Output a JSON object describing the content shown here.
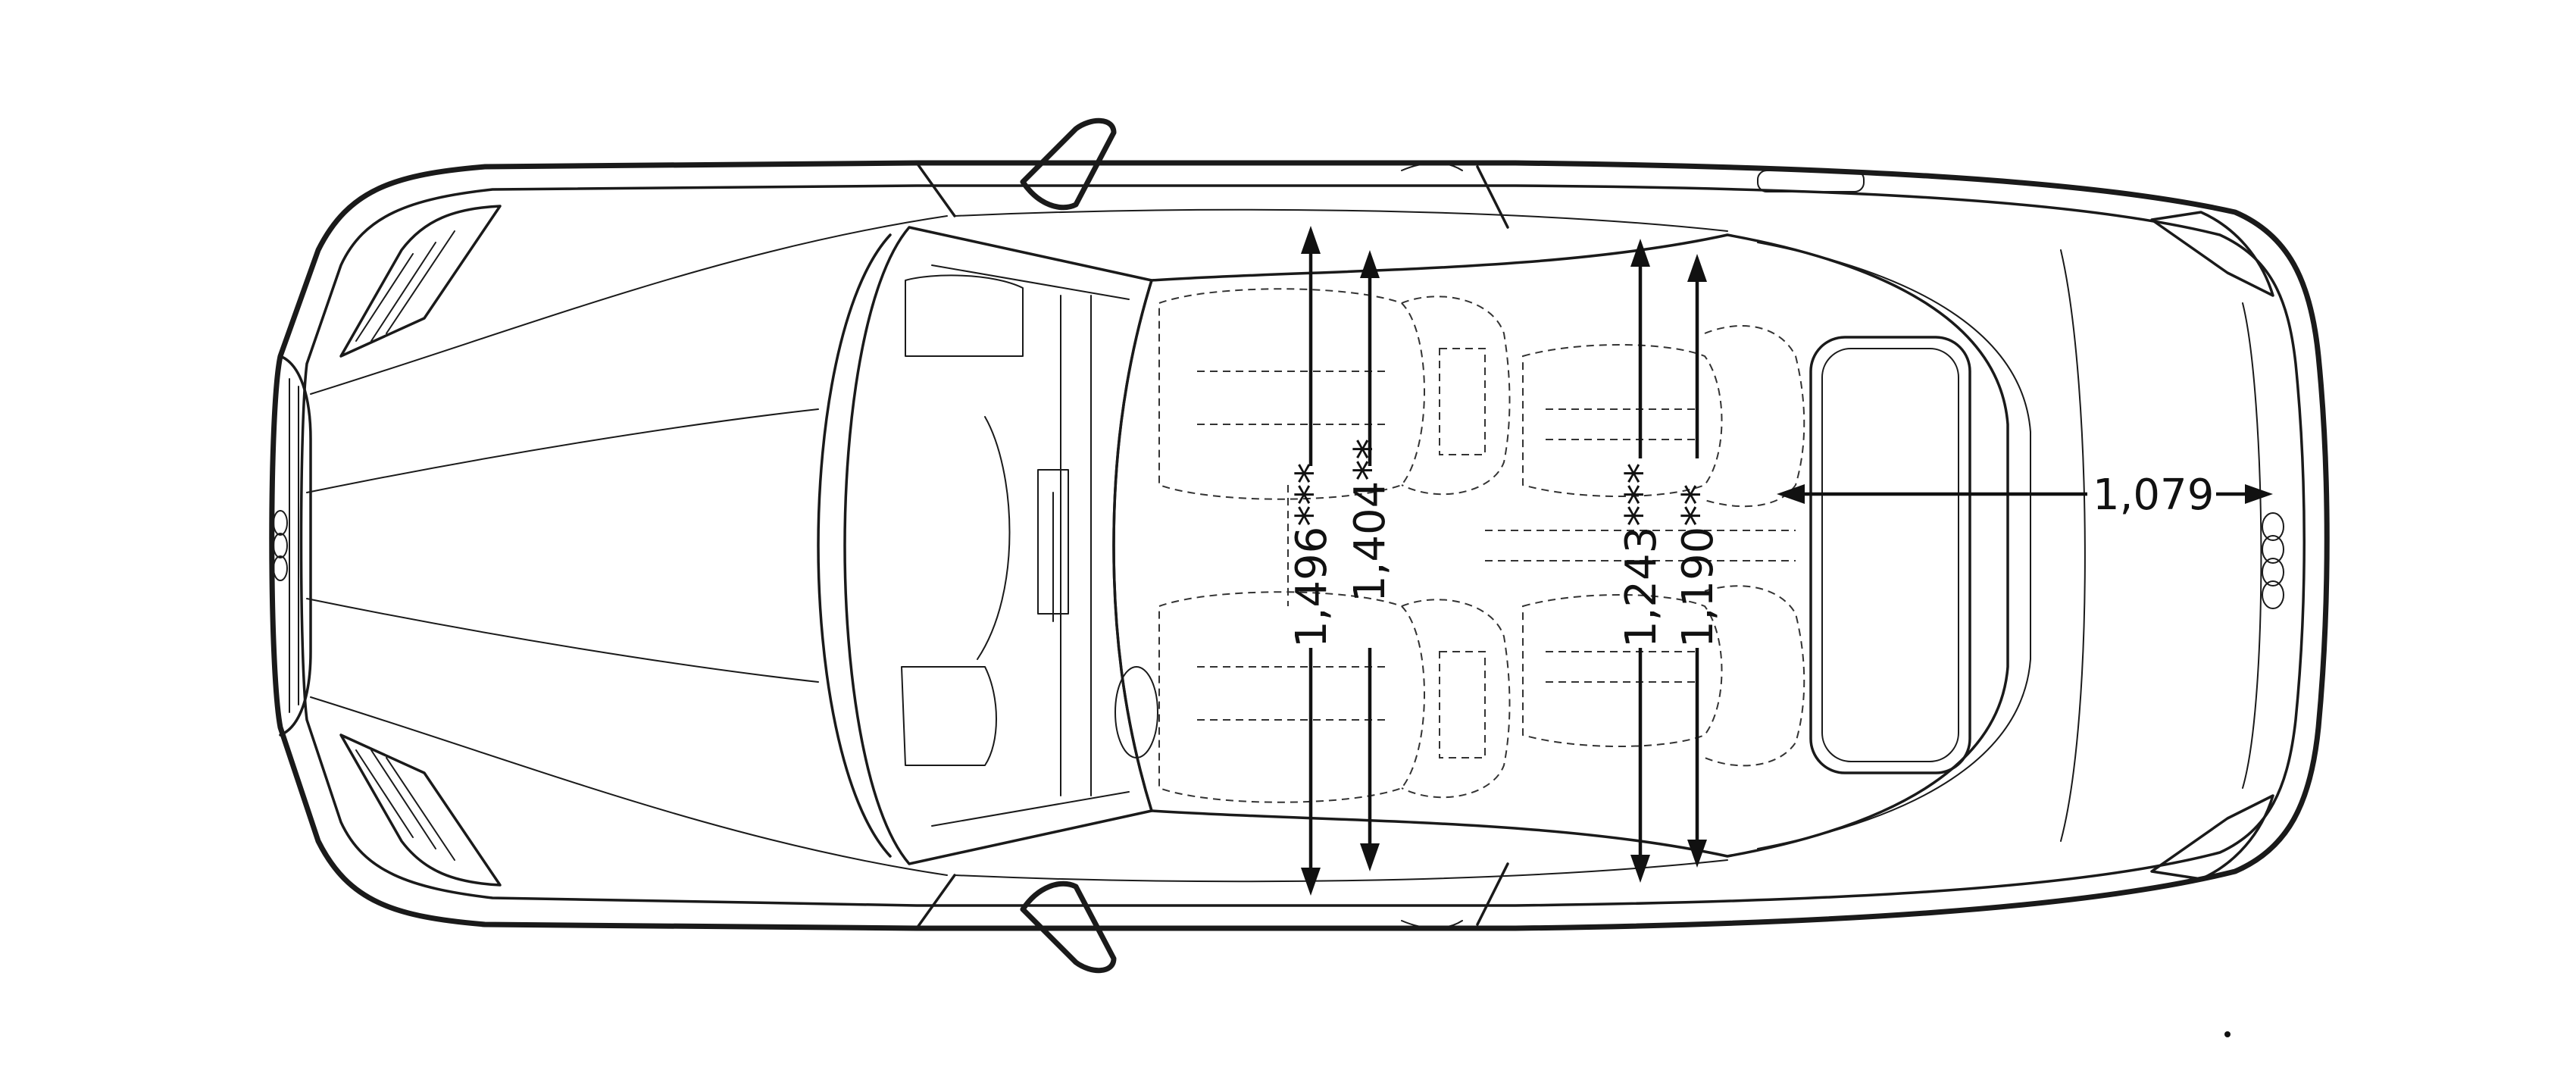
{
  "dimensions": {
    "shoulder_width_front": "1,496***",
    "elbow_width_front": "1,404**",
    "shoulder_width_rear": "1,243***",
    "elbow_width_rear": "1,190**",
    "rear_overhang_length": "1,079"
  },
  "colors": {
    "line": "#1a1a1a",
    "background": "#ffffff"
  }
}
